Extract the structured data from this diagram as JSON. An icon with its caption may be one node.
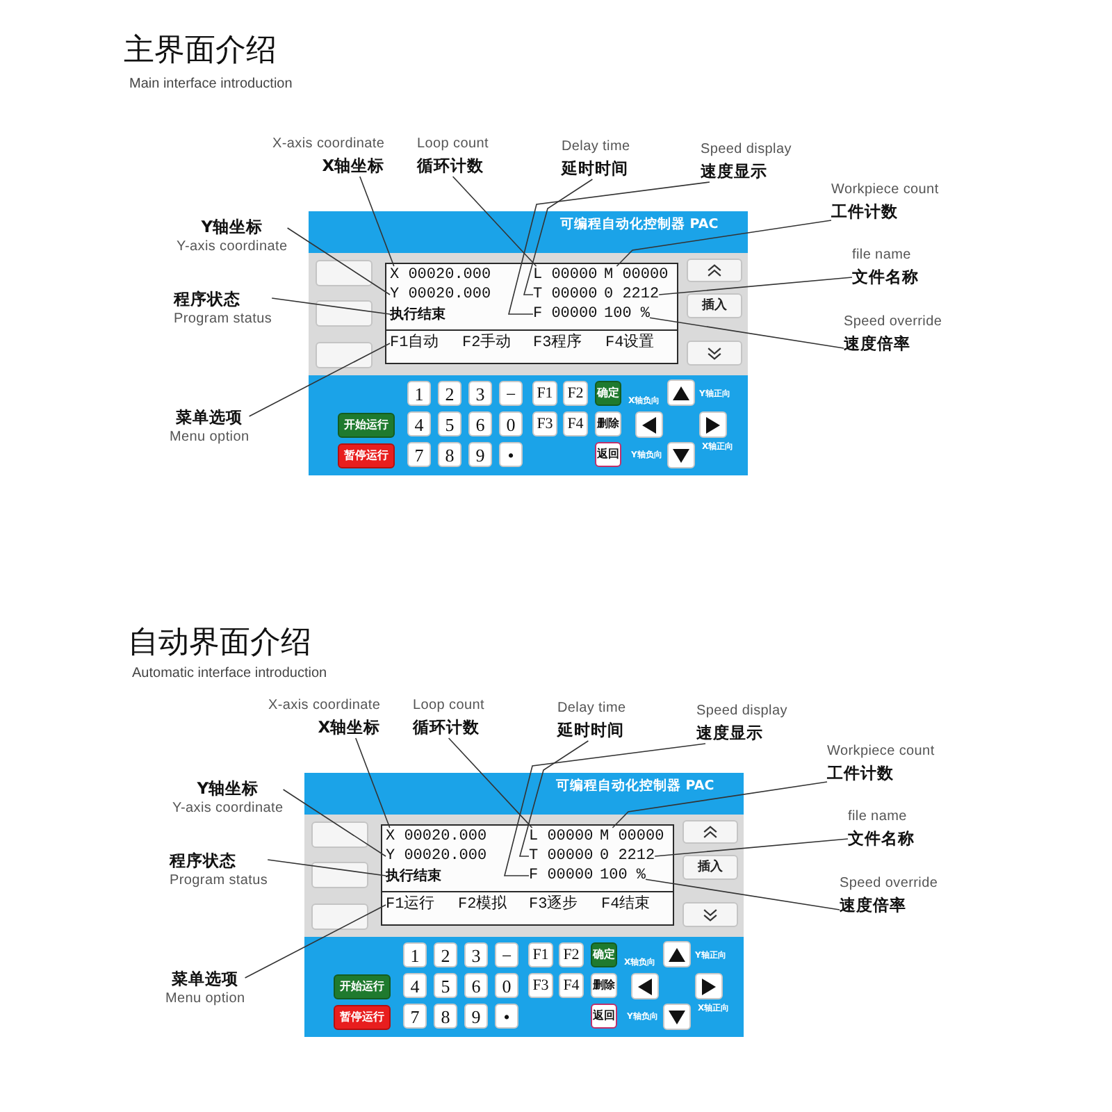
{
  "diagram": {
    "nodes": [
      {
        "text": [
          "X-axis coordinate",
          "X轴坐标"
        ]
      },
      {
        "text": [
          "Loop count",
          "循环计数"
        ]
      },
      {
        "text": [
          "Delay time",
          "延时时间"
        ]
      },
      {
        "text": [
          "Speed display",
          "速度显示"
        ]
      },
      {
        "text": [
          "Workpiece count",
          "工件计数"
        ]
      },
      {
        "text": [
          "Y轴坐标",
          "Y-axis coordinate"
        ]
      },
      {
        "text": [
          "file name",
          "文件名称"
        ]
      },
      {
        "text": [
          "程序状态",
          "Program status"
        ]
      },
      {
        "text": [
          "Speed override",
          "速度倍率"
        ]
      },
      {
        "text": [
          "菜单选项",
          "Menu option"
        ]
      },
      {
        "text": [
          "可编程自动化控制器 PAC"
        ]
      },
      {
        "text": [],
        "shape": "box",
        "in": 10
      },
      {
        "text": [],
        "shape": "box",
        "in": 10
      },
      {
        "text": [],
        "shape": "box",
        "in": 10
      },
      {
        "text": [],
        "shape": "box",
        "in": 10
      },
      {
        "text": [
          "X 00020.000"
        ],
        "in": 14
      },
      {
        "text": [
          "L 00000"
        ],
        "in": 14
      },
      {
        "text": [
          "M 00000"
        ],
        "in": 14
      },
      {
        "text": [
          "Y 00020.000"
        ],
        "in": 14
      },
      {
        "text": [
          "T 00000"
        ],
        "in": 14
      },
      {
        "text": [
          "0 2212"
        ],
        "in": 14
      },
      {
        "text": [
          "执行结束"
        ],
        "in": 14
      },
      {
        "text": [
          "F 00000"
        ],
        "in": 14
      },
      {
        "text": [
          "100 %"
        ],
        "in": 14
      },
      {
        "text": [
          "F1自动"
        ],
        "in": 14
      },
      {
        "text": [
          "F2手动"
        ],
        "in": 14
      },
      {
        "text": [
          "F3程序"
        ],
        "in": 14
      },
      {
        "text": [
          "F4设置"
        ],
        "in": 14
      },
      {
        "text": [],
        "shape": "box",
        "in": 10
      },
      {
        "text": [
          "插入"
        ],
        "in": 10
      },
      {
        "text": [],
        "shape": "box",
        "in": 10
      },
      {
        "text": [
          "1"
        ],
        "in": 10
      },
      {
        "text": [
          "2"
        ],
        "in": 10
      },
      {
        "text": [
          "3"
        ],
        "in": 10
      },
      {
        "text": [
          "−"
        ],
        "in": 10
      },
      {
        "text": [
          "F1"
        ],
        "in": 10
      },
      {
        "text": [
          "F2"
        ],
        "in": 10
      },
      {
        "text": [
          "确定"
        ],
        "in": 10
      },
      {
        "text": [],
        "shape": "box",
        "in": 10
      },
      {
        "text": [
          "开始运行"
        ],
        "in": 10
      },
      {
        "text": [
          "4"
        ],
        "in": 10
      },
      {
        "text": [
          "5"
        ],
        "in": 10
      },
      {
        "text": [
          "6"
        ],
        "in": 10
      },
      {
        "text": [
          "0"
        ],
        "in": 10
      },
      {
        "text": [
          "F3"
        ],
        "in": 10
      },
      {
        "text": [
          "F4"
        ],
        "in": 10
      },
      {
        "text": [
          "删除"
        ],
        "in": 10
      },
      {
        "text": [],
        "shape": "box",
        "in": 10
      },
      {
        "text": [],
        "shape": "box",
        "in": 10
      },
      {
        "text": [
          "暂停运行"
        ],
        "in": 10
      },
      {
        "text": [
          "7"
        ],
        "in": 10
      },
      {
        "text": [
          "8"
        ],
        "in": 10
      },
      {
        "text": [
          "9"
        ],
        "in": 10
      },
      {
        "text": [
          "•"
        ],
        "in": 10
      },
      {
        "text": [
          "返回"
        ],
        "in": 10
      },
      {
        "text": [],
        "shape": "box",
        "in": 10
      },
      {
        "text": [
          "X-axis coordinate",
          "X轴坐标"
        ]
      },
      {
        "text": [
          "Loop count",
          "循环计数"
        ]
      },
      {
        "text": [
          "Delay time",
          "延时时间"
        ]
      },
      {
        "text": [
          "Speed display",
          "速度显示"
        ]
      },
      {
        "text": [
          "Workpiece count",
          "工件计数"
        ]
      },
      {
        "text": [
          "Y轴坐标",
          "Y-axis coordinate"
        ]
      },
      {
        "text": [
          "file name",
          "文件名称"
        ]
      },
      {
        "text": [
          "程序状态",
          "Program status"
        ]
      },
      {
        "text": [
          "Speed override",
          "速度倍率"
        ]
      },
      {
        "text": [
          "菜单选项",
          "Menu option"
        ]
      },
      {
        "text": [
          "可编程自动化控制器 PAC"
        ]
      },
      {
        "text": [],
        "shape": "box",
        "in": 66
      },
      {
        "text": [],
        "shape": "box",
        "in": 66
      },
      {
        "text": [],
        "shape": "box",
        "in": 66
      },
      {
        "text": [],
        "shape": "box",
        "in": 66
      },
      {
        "text": [
          "X 00020.000"
        ],
        "in": 70
      },
      {
        "text": [
          "L 00000"
        ],
        "in": 70
      },
      {
        "text": [
          "M 00000"
        ],
        "in": 70
      },
      {
        "text": [
          "Y 00020.000"
        ],
        "in": 70
      },
      {
        "text": [
          "T 00000"
        ],
        "in": 70
      },
      {
        "text": [
          "0 2212"
        ],
        "in": 70
      },
      {
        "text": [
          "执行结束"
        ],
        "in": 70
      },
      {
        "text": [
          "F 00000"
        ],
        "in": 70
      },
      {
        "text": [
          "100 %"
        ],
        "in": 70
      },
      {
        "text": [
          "F1运行"
        ],
        "in": 70
      },
      {
        "text": [
          "F2模拟"
        ],
        "in": 70
      },
      {
        "text": [
          "F3逐步"
        ],
        "in": 70
      },
      {
        "text": [
          "F4结束"
        ],
        "in": 70
      },
      {
        "text": [],
        "shape": "box",
        "in": 66
      },
      {
        "text": [
          "插入"
        ],
        "in": 66
      },
      {
        "text": [],
        "shape": "box",
        "in": 66
      },
      {
        "text": [
          "1"
        ],
        "in": 66
      },
      {
        "text": [
          "2"
        ],
        "in": 66
      },
      {
        "text": [
          "3"
        ],
        "in": 66
      },
      {
        "text": [
          "−"
        ],
        "in": 66
      },
      {
        "text": [
          "F1"
        ],
        "in": 66
      },
      {
        "text": [
          "F2"
        ],
        "in": 66
      },
      {
        "text": [
          "确定"
        ],
        "in": 66
      },
      {
        "text": [],
        "shape": "box",
        "in": 66
      },
      {
        "text": [
          "开始运行"
        ],
        "in": 66
      },
      {
        "text": [
          "4"
        ],
        "in": 66
      },
      {
        "text": [
          "5"
        ],
        "in": 66
      },
      {
        "text": [
          "6"
        ],
        "in": 66
      },
      {
        "text": [
          "0"
        ],
        "in": 66
      },
      {
        "text": [
          "F3"
        ],
        "in": 66
      },
      {
        "text": [
          "F4"
        ],
        "in": 66
      },
      {
        "text": [
          "删除"
        ],
        "in": 66
      },
      {
        "text": [],
        "shape": "box",
        "in": 66
      },
      {
        "text": [],
        "shape": "box",
        "in": 66
      },
      {
        "text": [
          "暂停运行"
        ],
        "in": 66
      },
      {
        "text": [
          "7"
        ],
        "in": 66
      },
      {
        "text": [
          "8"
        ],
        "in": 66
      },
      {
        "text": [
          "9"
        ],
        "in": 66
      },
      {
        "text": [
          "•"
        ],
        "in": 66
      },
      {
        "text": [
          "返回"
        ],
        "in": 66
      },
      {
        "text": [],
        "shape": "box",
        "in": 66
      }
    ],
    "edges": [
      {
        "from": 0,
        "to": 15,
        "arrow": "none"
      },
      {
        "from": 1,
        "to": 16,
        "arrow": "none"
      },
      {
        "from": 2,
        "to": 19,
        "arrow": "none"
      },
      {
        "from": 3,
        "to": 22,
        "arrow": "none"
      },
      {
        "from": 4,
        "to": 17,
        "arrow": "none"
      },
      {
        "from": 5,
        "to": 18,
        "arrow": "none"
      },
      {
        "from": 6,
        "to": 20,
        "arrow": "none"
      },
      {
        "from": 7,
        "to": 21,
        "arrow": "none"
      },
      {
        "from": 8,
        "to": 23,
        "arrow": "none"
      },
      {
        "from": 9,
        "to": 24,
        "arrow": "none"
      },
      {
        "from": 56,
        "to": 71,
        "arrow": "none"
      },
      {
        "from": 57,
        "to": 72,
        "arrow": "none"
      },
      {
        "from": 58,
        "to": 75,
        "arrow": "none"
      },
      {
        "from": 59,
        "to": 78,
        "arrow": "none"
      },
      {
        "from": 60,
        "to": 73,
        "arrow": "none"
      },
      {
        "from": 61,
        "to": 74,
        "arrow": "none"
      },
      {
        "from": 62,
        "to": 76,
        "arrow": "none"
      },
      {
        "from": 63,
        "to": 77,
        "arrow": "none"
      },
      {
        "from": 64,
        "to": 79,
        "arrow": "none"
      },
      {
        "from": 65,
        "to": 80,
        "arrow": "none"
      }
    ],
    "labels": [
      "主界面介绍",
      "Main interface introduction",
      "X轴负向",
      "Y轴正向",
      "Y轴负向",
      "X轴正向",
      "自动界面介绍",
      "Automatic interface introduction",
      "X轴负向",
      "Y轴正向",
      "Y轴负向",
      "X轴正向"
    ]
  }
}
